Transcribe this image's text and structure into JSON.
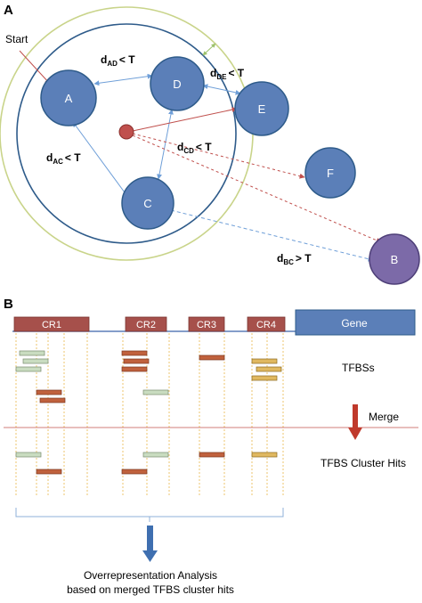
{
  "panel_a": {
    "label": "A",
    "start_label": "Start",
    "nodes": {
      "a": "A",
      "b": "B",
      "c": "C",
      "d": "D",
      "e": "E",
      "f": "F"
    },
    "distances": {
      "ad": {
        "d": "d",
        "sub": "AD",
        "rel": "< T"
      },
      "de": {
        "d": "d",
        "sub": "DE",
        "rel": "< T"
      },
      "ac": {
        "d": "d",
        "sub": "AC",
        "rel": "< T"
      },
      "cd": {
        "d": "d",
        "sub": "CD",
        "rel": "< T"
      },
      "bc": {
        "d": "d",
        "sub": "BC",
        "rel": "> T"
      }
    },
    "colors": {
      "node_fill": "#5b7fb8",
      "node_b_fill": "#7c6aa8",
      "center_fill": "#c0504d",
      "inner_ring": "#2e5b8a",
      "outer_ring": "#c9d48a",
      "red_arrow": "#c0504d",
      "blue_link": "#6f9fd8"
    }
  },
  "panel_b": {
    "label": "B",
    "regions": [
      "CR1",
      "CR2",
      "CR3",
      "CR4"
    ],
    "gene_label": "Gene",
    "tfbs_label": "TFBSs",
    "merge_label": "Merge",
    "cluster_label": "TFBS Cluster Hits",
    "analysis_line1": "Overrepresentation Analysis",
    "analysis_line2": "based on merged TFBS cluster hits",
    "colors": {
      "region_fill": "#a6504b",
      "gene_fill": "#5b7fb8",
      "site_green": "#c9dcc0",
      "site_rust": "#c0613d",
      "site_gold": "#e0b860",
      "merge_arrow": "#c0392b",
      "guide": "#e8b84a",
      "brace": "#8fb0d8",
      "down_arrow": "#3f6fb0"
    }
  }
}
